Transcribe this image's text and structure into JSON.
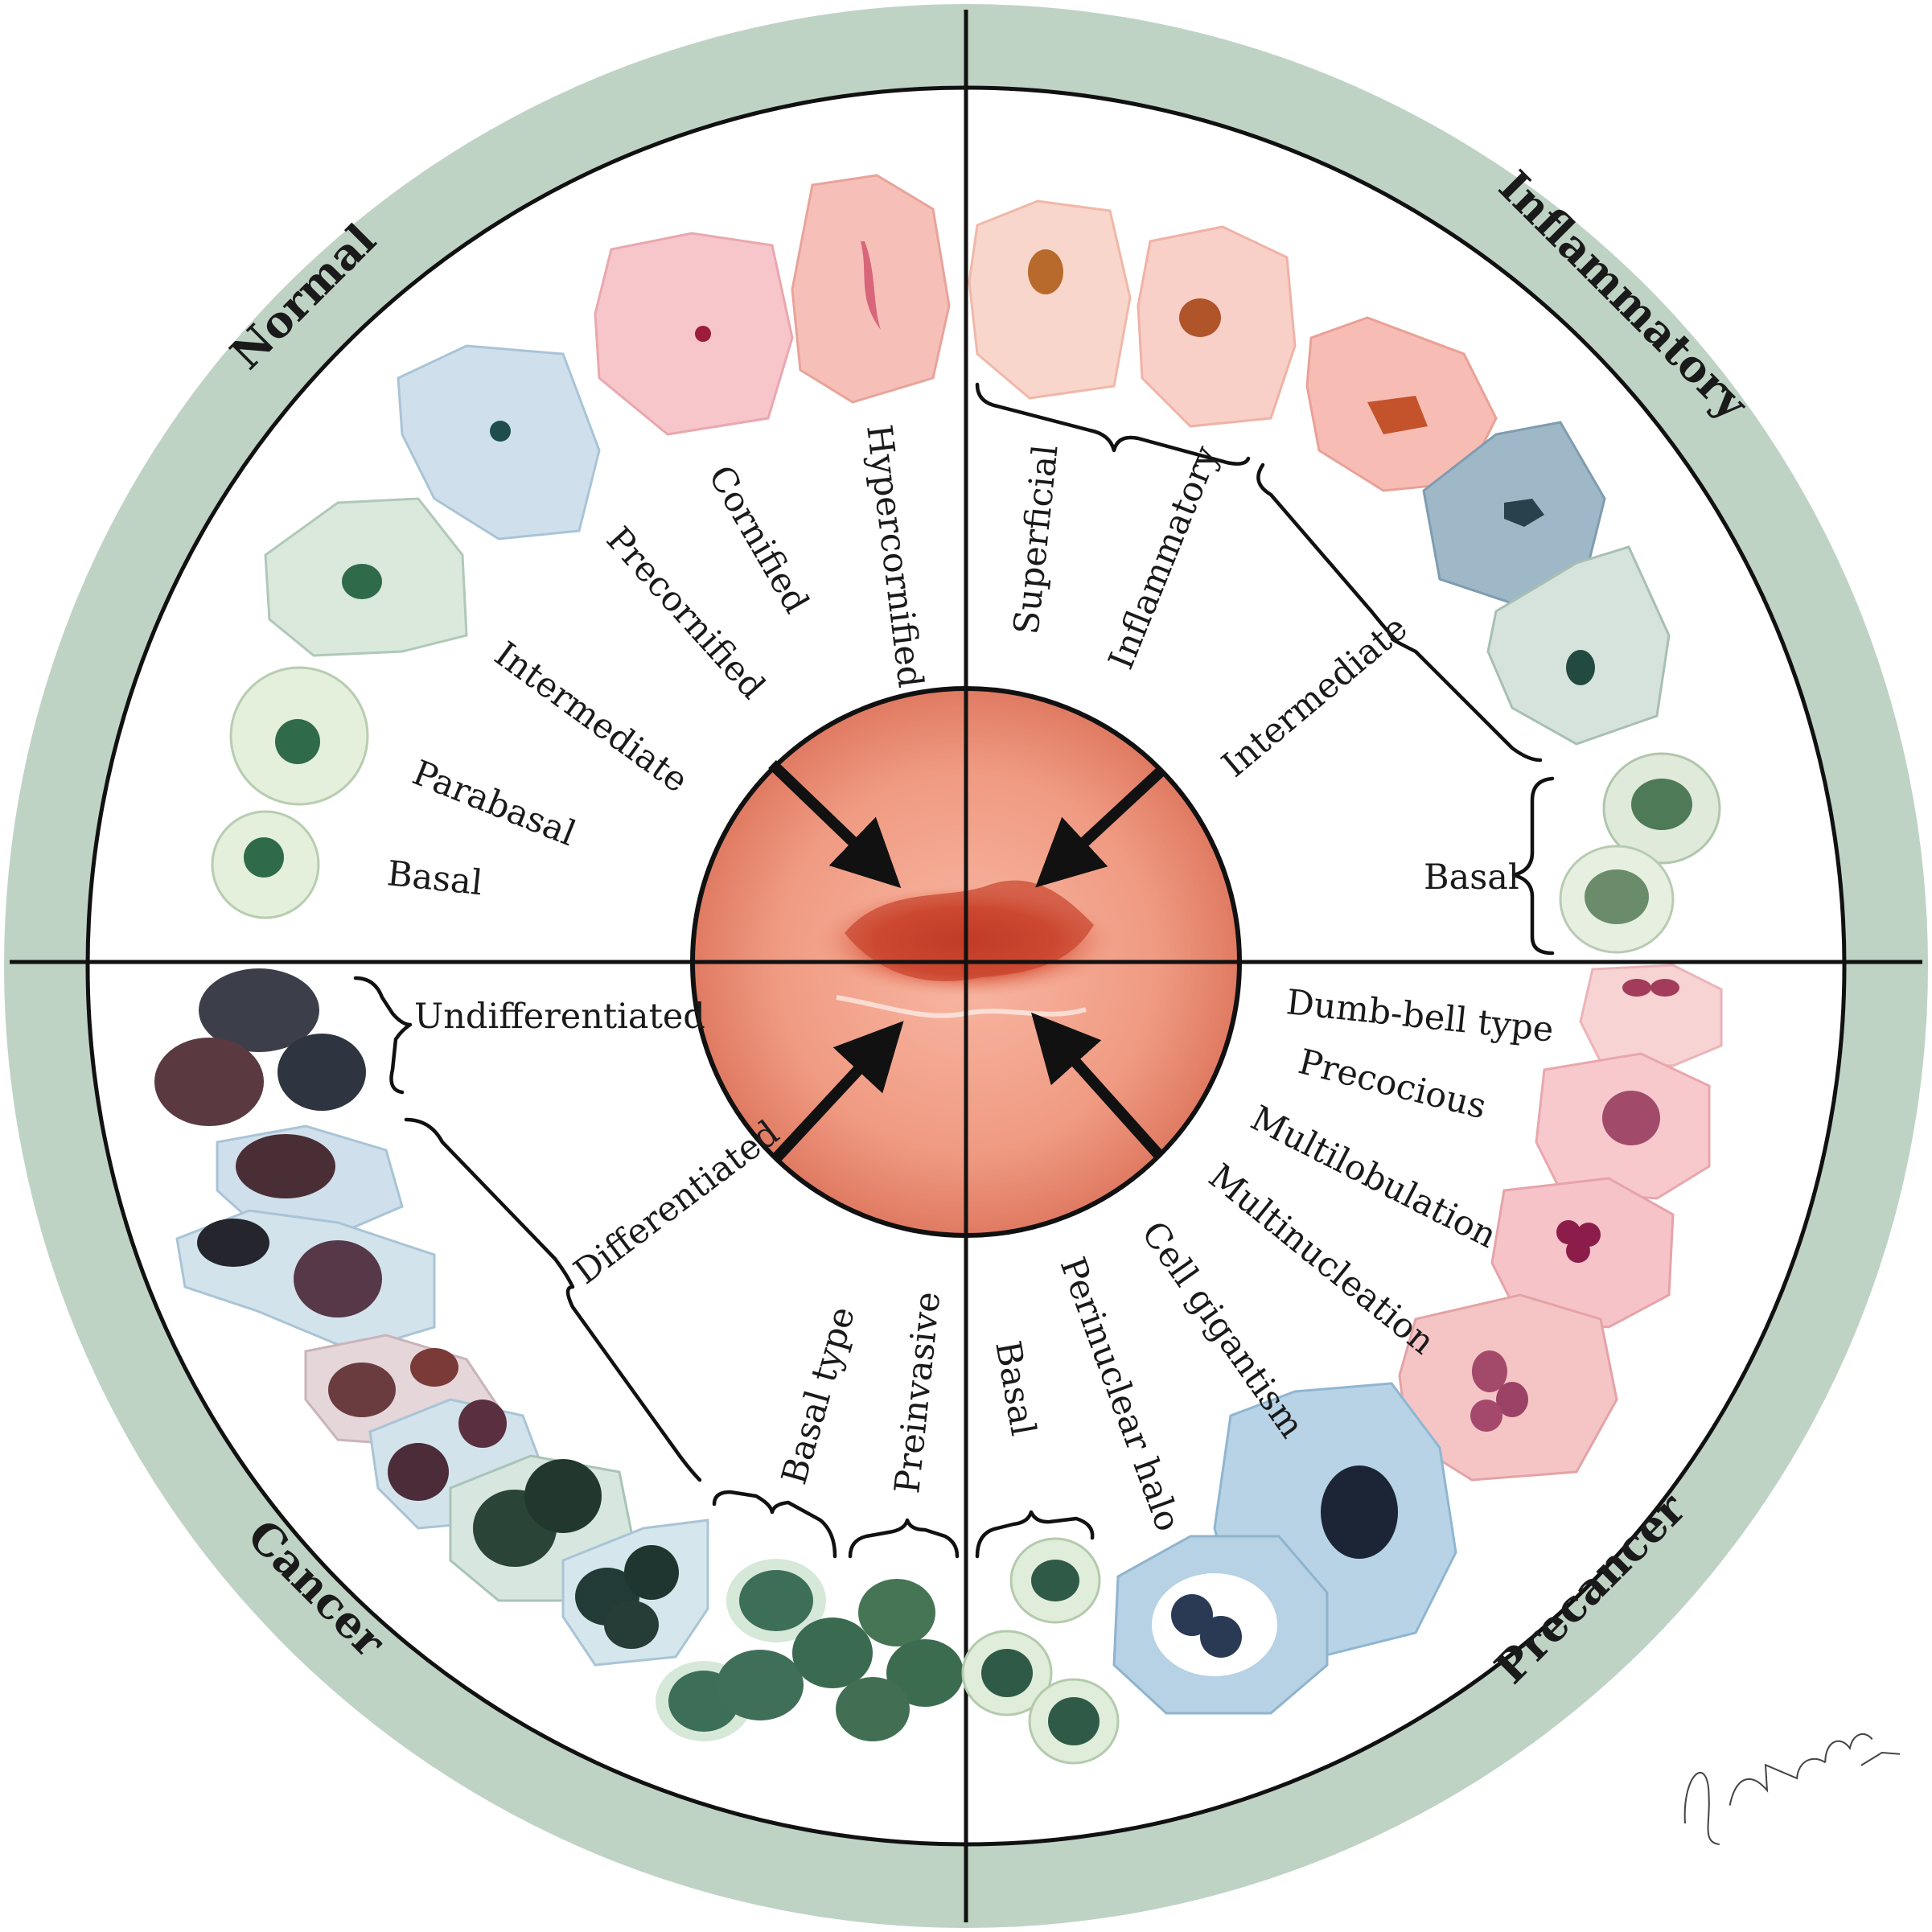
{
  "quadrants": {
    "normal": {
      "title": "Normal",
      "labels": [
        "Hypercornified",
        "Cornified",
        "Precornified",
        "Intermediate",
        "Parabasal",
        "Basal"
      ]
    },
    "inflammatory": {
      "title": "Inflammatory",
      "labels": [
        "Superficial",
        "Inflammatory",
        "Intermediate",
        "Basal"
      ]
    },
    "cancer": {
      "title": "Cancer",
      "labels": [
        "Undifferentiated",
        "Differentiated",
        "Basal type",
        "Preinvasive"
      ]
    },
    "precancer": {
      "title": "Precancer",
      "labels": [
        "Dumb-bell type",
        "Precocious",
        "Multilobulation",
        "Multinucleation",
        "Cell gigantism",
        "Perinuclear halo",
        "Basal"
      ]
    }
  },
  "signature": "F. Netter M.D.",
  "colors": {
    "outer_ring": "#bfd3c5",
    "cervix": "#f0957e",
    "cervix_os": "#c8402a",
    "pink_cell": "#f7c4c0",
    "blue_cell": "#c9dbe6",
    "green_cell": "#e2eed8",
    "nucleus_green": "#2f6b4a",
    "nucleus_dark": "#3a2a3a"
  }
}
